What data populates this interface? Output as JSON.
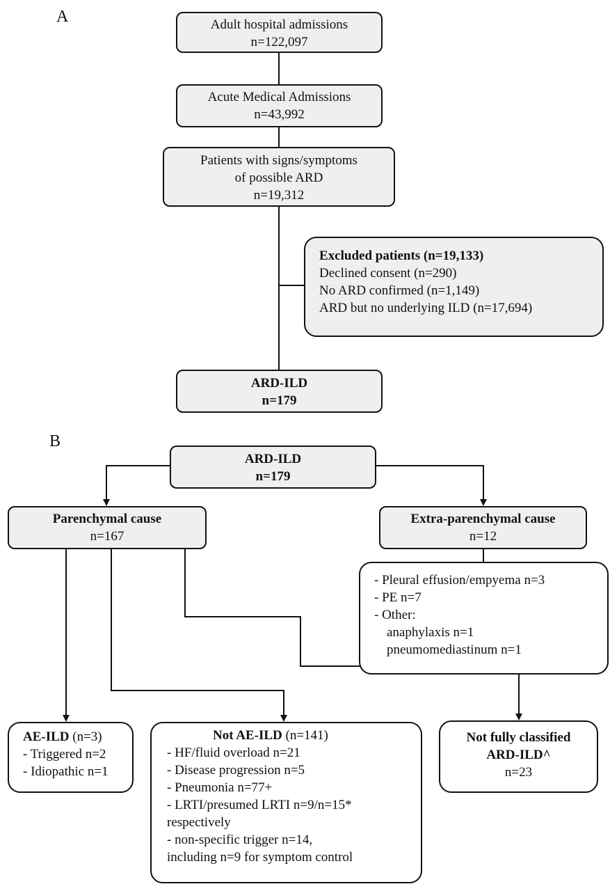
{
  "panel_a": {
    "label": "A",
    "admissions": {
      "title": "Adult hospital admissions",
      "count": "n=122,097"
    },
    "acute": {
      "title": "Acute Medical Admissions",
      "count": "n=43,992"
    },
    "possible": {
      "line1": "Patients with signs/symptoms",
      "line2": "of possible ARD",
      "count": "n=19,312"
    },
    "excluded": {
      "title": "Excluded patients (n=19,133)",
      "items": [
        "Declined consent (n=290)",
        "No ARD confirmed (n=1,149)",
        "ARD but no underlying ILD (n=17,694)"
      ]
    },
    "ard_ild": {
      "title": "ARD-ILD",
      "count": "n=179"
    }
  },
  "panel_b": {
    "label": "B",
    "ard_ild": {
      "title": "ARD-ILD",
      "count": "n=179"
    },
    "parenchymal": {
      "title": "Parenchymal cause",
      "count": "n=167"
    },
    "extra": {
      "title": "Extra-parenchymal cause",
      "count": "n=12"
    },
    "extra_detail": {
      "items": [
        "- Pleural effusion/empyema n=3",
        "- PE n=7",
        "- Other:",
        "anaphylaxis n=1",
        "pneumomediastinum n=1"
      ]
    },
    "ae_ild": {
      "title": "AE-ILD",
      "count": "(n=3)",
      "items": [
        "- Triggered n=2",
        "- Idiopathic n=1"
      ]
    },
    "not_ae_ild": {
      "title": "Not AE-ILD",
      "count": "(n=141)",
      "items": [
        "- HF/fluid overload n=21",
        "- Disease progression n=5",
        "- Pneumonia n=77+",
        "- LRTI/presumed LRTI n=9/n=15*",
        "respectively",
        "- non-specific trigger n=14,",
        "including n=9 for symptom control"
      ]
    },
    "not_fully": {
      "line1": "Not fully classified",
      "line2": "ARD-ILD^",
      "count": "n=23"
    }
  }
}
